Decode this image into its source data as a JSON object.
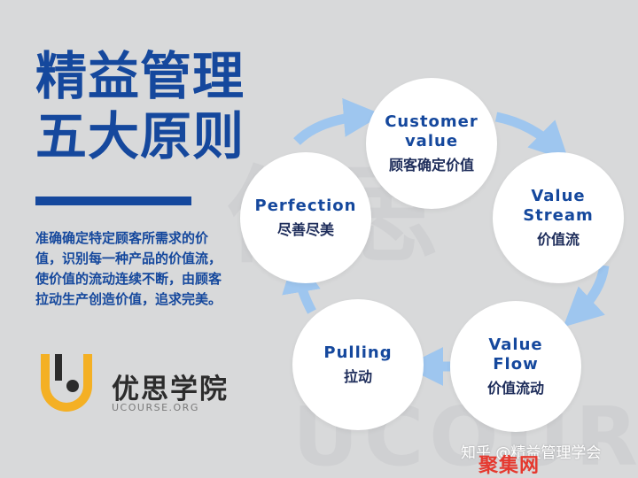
{
  "title": {
    "line1": "精益管理",
    "line2": "五大原则"
  },
  "description": "准确确定特定顾客所需求的价值，识别每一种产品的价值流，使价值的流动连续不断，由顾客拉动生产创造价值，追求完美。",
  "logo": {
    "name": "优思学院",
    "sub": "UCOURSE.ORG",
    "icon": "ucourse-logo-icon"
  },
  "background_text": {
    "line1": "优思",
    "line2": "UCOURSE.ORG"
  },
  "principles": [
    {
      "en": "Customer\nvalue",
      "cn": "顾客确定价值"
    },
    {
      "en": "Value\nStream",
      "cn": "价值流"
    },
    {
      "en": "Value\nFlow",
      "cn": "价值流动"
    },
    {
      "en": "Pulling",
      "cn": "拉动"
    },
    {
      "en": "Perfection",
      "cn": "尽善尽美"
    }
  ],
  "watermark": {
    "text": "知乎 @精益管理学会",
    "overlay": "聚集网"
  },
  "colors": {
    "primary": "#15489d",
    "arrow": "#9ec6ef",
    "logo_yellow": "#f4b024",
    "background": "#d8d9da"
  }
}
